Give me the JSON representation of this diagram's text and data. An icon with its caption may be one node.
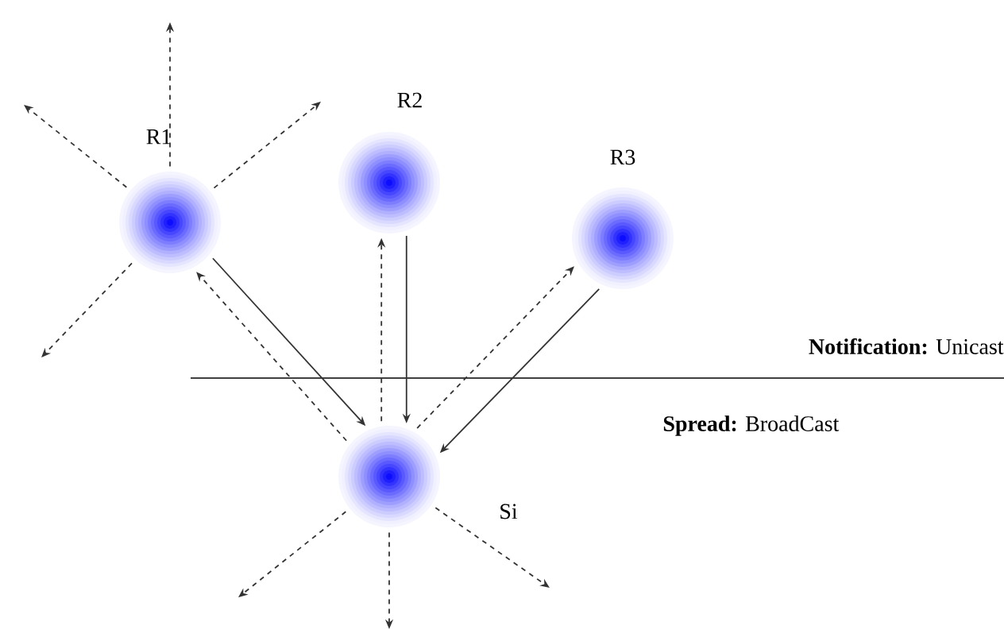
{
  "diagram": {
    "nodes": [
      {
        "text": [],
        "shape": "circle",
        "beside": [
          "R1"
        ]
      },
      {
        "text": [],
        "shape": "circle",
        "beside": [
          "R2"
        ]
      },
      {
        "text": [],
        "shape": "circle",
        "beside": [
          "R3"
        ]
      },
      {
        "text": [],
        "shape": "circle",
        "beside": [
          "Si"
        ]
      }
    ],
    "edges": [
      {
        "from": 0,
        "to": 3,
        "arrow": "to"
      },
      {
        "from": 3,
        "to": 0,
        "arrow": "to",
        "style": "dashed"
      },
      {
        "from": 1,
        "to": 3,
        "arrow": "to"
      },
      {
        "from": 3,
        "to": 1,
        "arrow": "to",
        "style": "dashed"
      },
      {
        "from": 2,
        "to": 3,
        "arrow": "to"
      },
      {
        "from": 3,
        "to": 2,
        "arrow": "to",
        "style": "dashed"
      },
      {
        "from": 0,
        "to": null,
        "arrow": "to",
        "style": "dashed"
      },
      {
        "from": 0,
        "to": null,
        "arrow": "to",
        "style": "dashed"
      },
      {
        "from": 0,
        "to": null,
        "arrow": "to",
        "style": "dashed"
      },
      {
        "from": 0,
        "to": null,
        "arrow": "to",
        "style": "dashed"
      },
      {
        "from": 3,
        "to": null,
        "arrow": "to",
        "style": "dashed"
      },
      {
        "from": 3,
        "to": null,
        "arrow": "to",
        "style": "dashed"
      },
      {
        "from": 3,
        "to": null,
        "arrow": "to",
        "style": "dashed"
      }
    ],
    "labels": [
      "**Notification:** Unicast",
      "**Spread:** BroadCast"
    ]
  }
}
